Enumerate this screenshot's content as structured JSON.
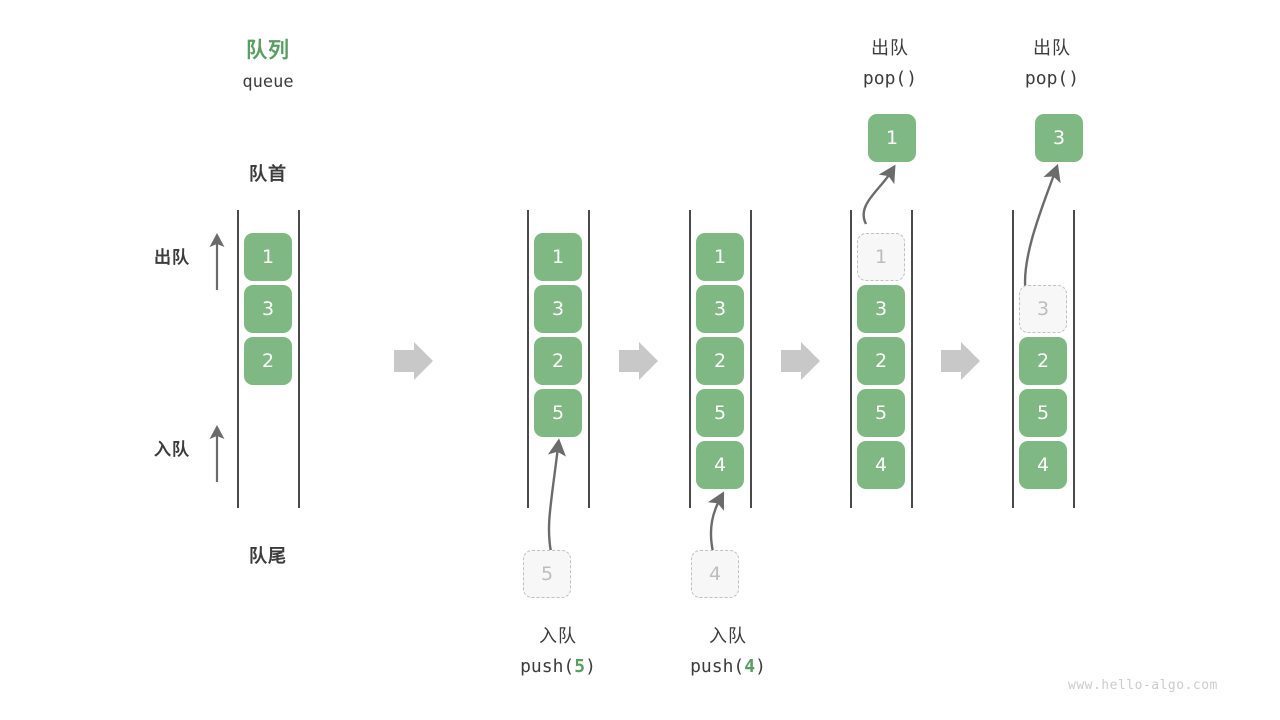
{
  "diagram": {
    "title_cn": "队列",
    "title_en": "queue",
    "front_label": "队首",
    "rear_label": "队尾",
    "dequeue_label": "出队",
    "enqueue_label": "入队",
    "accent_color": "#5a9e63",
    "cell_color": "#80b883",
    "ghost_color": "#f7f7f7",
    "arrow_color": "#c8c8c8",
    "watermark": "www.hello-algo.com"
  },
  "columns": [
    {
      "id": "initial",
      "cells": [
        {
          "value": "1",
          "state": "filled"
        },
        {
          "value": "3",
          "state": "filled"
        },
        {
          "value": "2",
          "state": "filled"
        }
      ]
    },
    {
      "id": "push-5",
      "op_cn": "入队",
      "op_code_prefix": "push(",
      "op_code_num": "5",
      "op_code_suffix": ")",
      "incoming_value": "5",
      "cells": [
        {
          "value": "1",
          "state": "filled"
        },
        {
          "value": "3",
          "state": "filled"
        },
        {
          "value": "2",
          "state": "filled"
        },
        {
          "value": "5",
          "state": "filled"
        }
      ]
    },
    {
      "id": "push-4",
      "op_cn": "入队",
      "op_code_prefix": "push(",
      "op_code_num": "4",
      "op_code_suffix": ")",
      "incoming_value": "4",
      "cells": [
        {
          "value": "1",
          "state": "filled"
        },
        {
          "value": "3",
          "state": "filled"
        },
        {
          "value": "2",
          "state": "filled"
        },
        {
          "value": "5",
          "state": "filled"
        },
        {
          "value": "4",
          "state": "filled"
        }
      ]
    },
    {
      "id": "pop-1",
      "op_cn": "出队",
      "op_code": "pop()",
      "popped_value": "1",
      "cells": [
        {
          "value": "1",
          "state": "ghost"
        },
        {
          "value": "3",
          "state": "filled"
        },
        {
          "value": "2",
          "state": "filled"
        },
        {
          "value": "5",
          "state": "filled"
        },
        {
          "value": "4",
          "state": "filled"
        }
      ]
    },
    {
      "id": "pop-3",
      "op_cn": "出队",
      "op_code": "pop()",
      "popped_value": "3",
      "cells": [
        {
          "value": "",
          "state": "empty"
        },
        {
          "value": "3",
          "state": "ghost"
        },
        {
          "value": "2",
          "state": "filled"
        },
        {
          "value": "5",
          "state": "filled"
        },
        {
          "value": "4",
          "state": "filled"
        }
      ]
    }
  ]
}
